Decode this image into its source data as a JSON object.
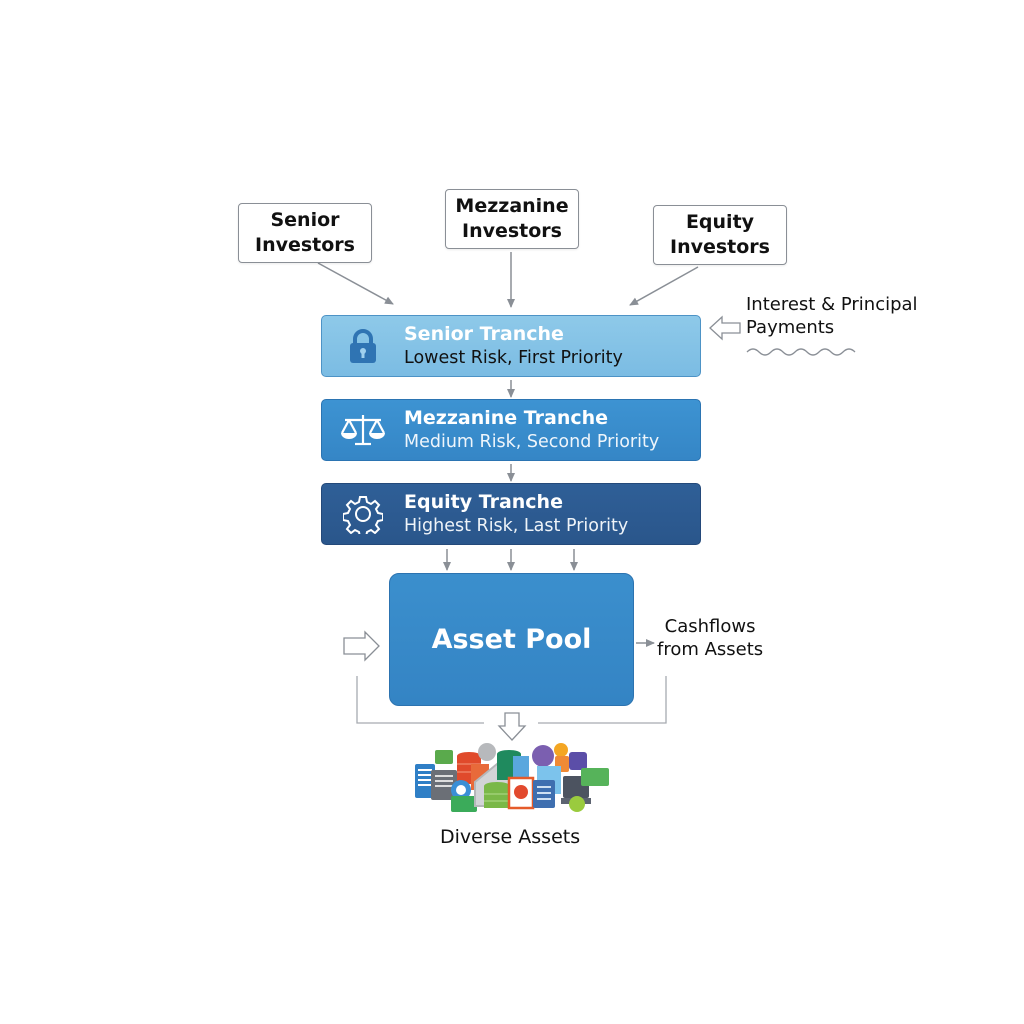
{
  "investors": [
    {
      "line1": "Senior",
      "line2": "Investors"
    },
    {
      "line1": "Mezzanine",
      "line2": "Investors"
    },
    {
      "line1": "Equity",
      "line2": "Investors"
    }
  ],
  "tranches": [
    {
      "title": "Senior Tranche",
      "subtitle": "Lowest Risk, First Priority",
      "icon": "lock-icon",
      "color": "#7fc0e6"
    },
    {
      "title": "Mezzanine Tranche",
      "subtitle": "Medium Risk, Second Priority",
      "icon": "scales-icon",
      "color": "#388bcb"
    },
    {
      "title": "Equity Tranche",
      "subtitle": "Highest Risk, Last Priority",
      "icon": "gear-icon",
      "color": "#2c5a90"
    }
  ],
  "payments_label": {
    "line1": "Interest & Principal",
    "line2": "Payments"
  },
  "asset_pool": {
    "label": "Asset Pool",
    "color": "#3689c8"
  },
  "cashflows_label": {
    "line1": "Cashflows",
    "line2": "from Assets"
  },
  "diverse_assets": {
    "label": "Diverse Assets",
    "icon": "asset-collage-icon"
  }
}
